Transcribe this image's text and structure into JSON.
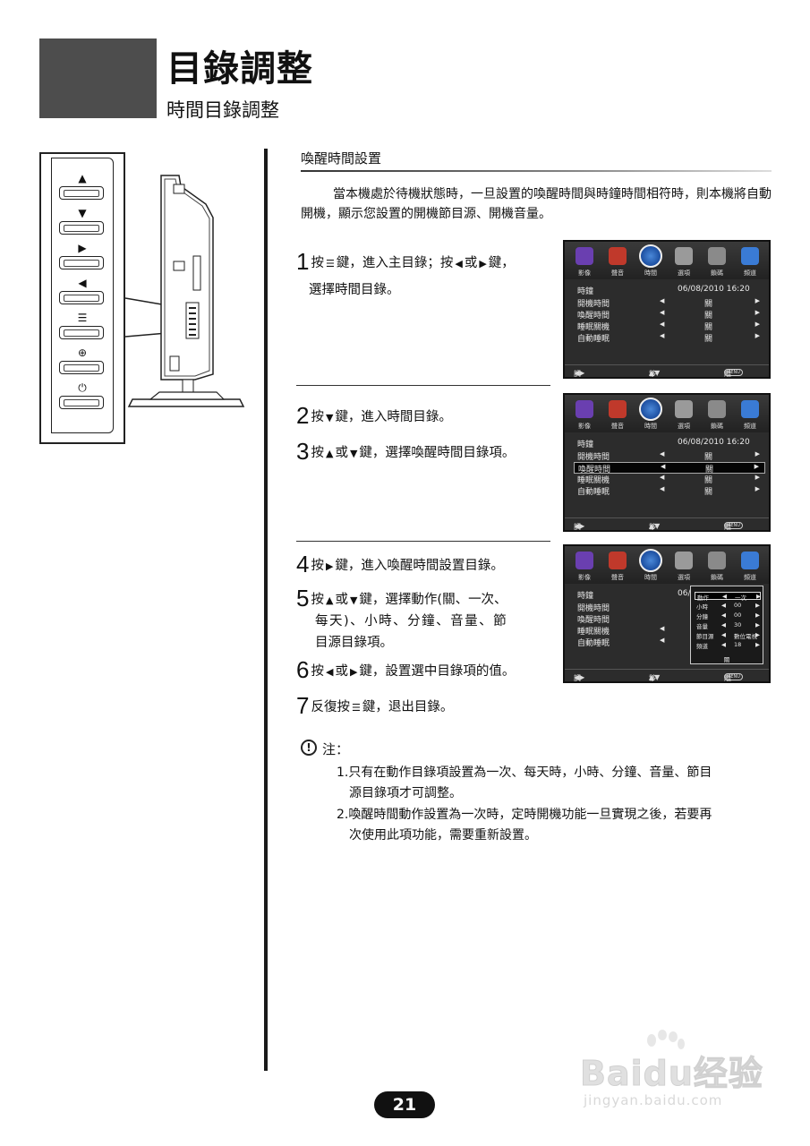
{
  "header": {
    "title": "目錄調整",
    "subtitle": "時間目錄調整"
  },
  "remote": {
    "buttons": [
      {
        "symbol": "▲",
        "icon": "up-arrow-icon"
      },
      {
        "symbol": "▼",
        "icon": "down-arrow-icon"
      },
      {
        "symbol": "▶",
        "icon": "right-arrow-icon"
      },
      {
        "symbol": "◀",
        "icon": "left-arrow-icon"
      },
      {
        "symbol": "☰",
        "icon": "menu-icon"
      },
      {
        "symbol": "⊕",
        "icon": "input-source-icon"
      },
      {
        "symbol": "⏻",
        "icon": "power-icon"
      }
    ]
  },
  "section": {
    "heading": "喚醒時間設置",
    "intro": "當本機處於待機狀態時，一旦設置的喚醒時間與時鐘時間相符時，則本機將自動開機，顯示您設置的開機節目源、開機音量。"
  },
  "steps": [
    {
      "num": "1",
      "pre": "按",
      "sym": "☰",
      "text1": "鍵，進入主目錄；按",
      "sym2": "◀",
      "text2": "或",
      "sym3": "▶",
      "text3": "鍵，",
      "text4": "選擇時間目錄。"
    },
    {
      "num": "2",
      "pre": "按",
      "sym": "▼",
      "text1": "鍵，進入時間目錄。"
    },
    {
      "num": "3",
      "pre": "按",
      "sym": "▲",
      "text1": "或",
      "sym2": "▼",
      "text2": "鍵，選擇喚醒時間目錄項。"
    },
    {
      "num": "4",
      "pre": "按",
      "sym": "▶",
      "text1": "鍵，進入喚醒時間設置目錄。"
    },
    {
      "num": "5",
      "pre": "按",
      "sym": "▲",
      "text1": "或",
      "sym2": "▼",
      "text2": "鍵，選擇動作(關、一次、",
      "text3": "每天)、小時、分鐘、音量、節",
      "text4": "目源目錄項。"
    },
    {
      "num": "6",
      "pre": "按",
      "sym": "◀",
      "text1": "或",
      "sym2": "▶",
      "text2": "鍵，設置選中目錄項的值。"
    },
    {
      "num": "7",
      "pre": "反復按",
      "sym": "☰",
      "text1": "鍵，退出目錄。"
    }
  ],
  "tv_menu": {
    "tabs": [
      "影像",
      "聲音",
      "時間",
      "選項",
      "鎖碼",
      "頻道"
    ],
    "time_label": "時鐘",
    "datetime": "06/08/2010   16:20",
    "datetime_partial": "06/0",
    "rows": [
      "開機時間",
      "喚醒時間",
      "睡眠關機",
      "自動睡眠"
    ],
    "value": "關",
    "footer": {
      "adjust": "調整",
      "move": "移動",
      "exit": "離開",
      "menu_key": "MENU"
    },
    "popup": {
      "rows": [
        {
          "label": "動作",
          "value": "一次"
        },
        {
          "label": "小時",
          "value": "00"
        },
        {
          "label": "分鐘",
          "value": "00"
        },
        {
          "label": "音量",
          "value": "30"
        },
        {
          "label": "節目源",
          "value": "數位電視"
        },
        {
          "label": "頻道",
          "value": "18"
        }
      ],
      "footer": "關"
    }
  },
  "note": {
    "title": "注：",
    "items": [
      {
        "line1": "1.只有在動作目錄項設置為一次、每天時，小時、分鐘、音量、節目",
        "line2": "源目錄項才可調整。"
      },
      {
        "line1": "2.喚醒時間動作設置為一次時，定時開機功能一旦實現之後，若要再",
        "line2": "次使用此項功能，需要重新設置。"
      }
    ]
  },
  "page_number": "21",
  "watermark": {
    "brand": "Baidu经验",
    "url": "jingyan.baidu.com"
  }
}
